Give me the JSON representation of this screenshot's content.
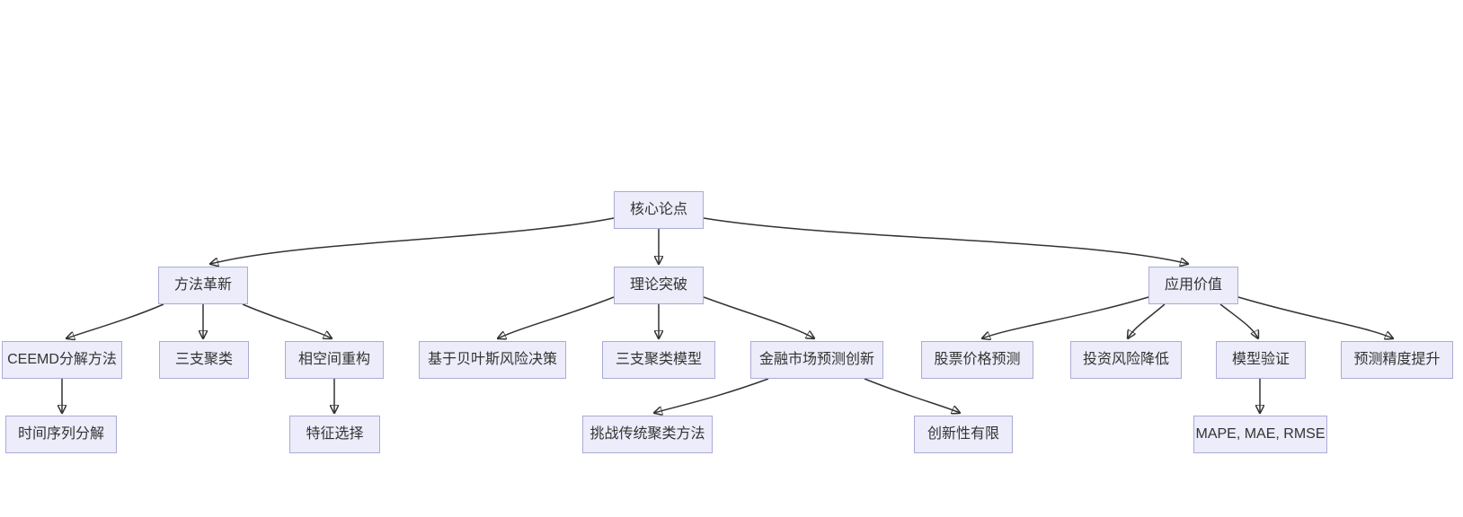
{
  "diagram": {
    "type": "flowchart-top-down",
    "background_color": "#ffffff",
    "node_fill_color": "#ececfa",
    "node_border_color": "#ababd6",
    "node_text_color": "#333333",
    "edge_color": "#333333"
  },
  "nodes": {
    "core": {
      "label": "核心论点"
    },
    "method": {
      "label": "方法革新"
    },
    "theory": {
      "label": "理论突破"
    },
    "application": {
      "label": "应用价值"
    },
    "ceemd": {
      "label": "CEEMD分解方法"
    },
    "threeway": {
      "label": "三支聚类"
    },
    "phasespace": {
      "label": "相空间重构"
    },
    "bayes": {
      "label": "基于贝叶斯风险决策"
    },
    "twcmodel": {
      "label": "三支聚类模型"
    },
    "finmarket": {
      "label": "金融市场预测创新"
    },
    "stock": {
      "label": "股票价格预测"
    },
    "risk": {
      "label": "投资风险降低"
    },
    "validation": {
      "label": "模型验证"
    },
    "precision": {
      "label": "预测精度提升"
    },
    "tsdecomp": {
      "label": "时间序列分解"
    },
    "feature": {
      "label": "特征选择"
    },
    "challenge": {
      "label": "挑战传统聚类方法"
    },
    "limited": {
      "label": "创新性有限"
    },
    "metrics": {
      "label": "MAPE, MAE, RMSE"
    }
  },
  "edges": [
    {
      "from": "core",
      "to": "method"
    },
    {
      "from": "core",
      "to": "theory"
    },
    {
      "from": "core",
      "to": "application"
    },
    {
      "from": "method",
      "to": "ceemd"
    },
    {
      "from": "method",
      "to": "threeway"
    },
    {
      "from": "method",
      "to": "phasespace"
    },
    {
      "from": "theory",
      "to": "bayes"
    },
    {
      "from": "theory",
      "to": "twcmodel"
    },
    {
      "from": "theory",
      "to": "finmarket"
    },
    {
      "from": "application",
      "to": "stock"
    },
    {
      "from": "application",
      "to": "risk"
    },
    {
      "from": "application",
      "to": "validation"
    },
    {
      "from": "application",
      "to": "precision"
    },
    {
      "from": "ceemd",
      "to": "tsdecomp"
    },
    {
      "from": "phasespace",
      "to": "feature"
    },
    {
      "from": "finmarket",
      "to": "challenge"
    },
    {
      "from": "finmarket",
      "to": "limited"
    },
    {
      "from": "validation",
      "to": "metrics"
    }
  ]
}
